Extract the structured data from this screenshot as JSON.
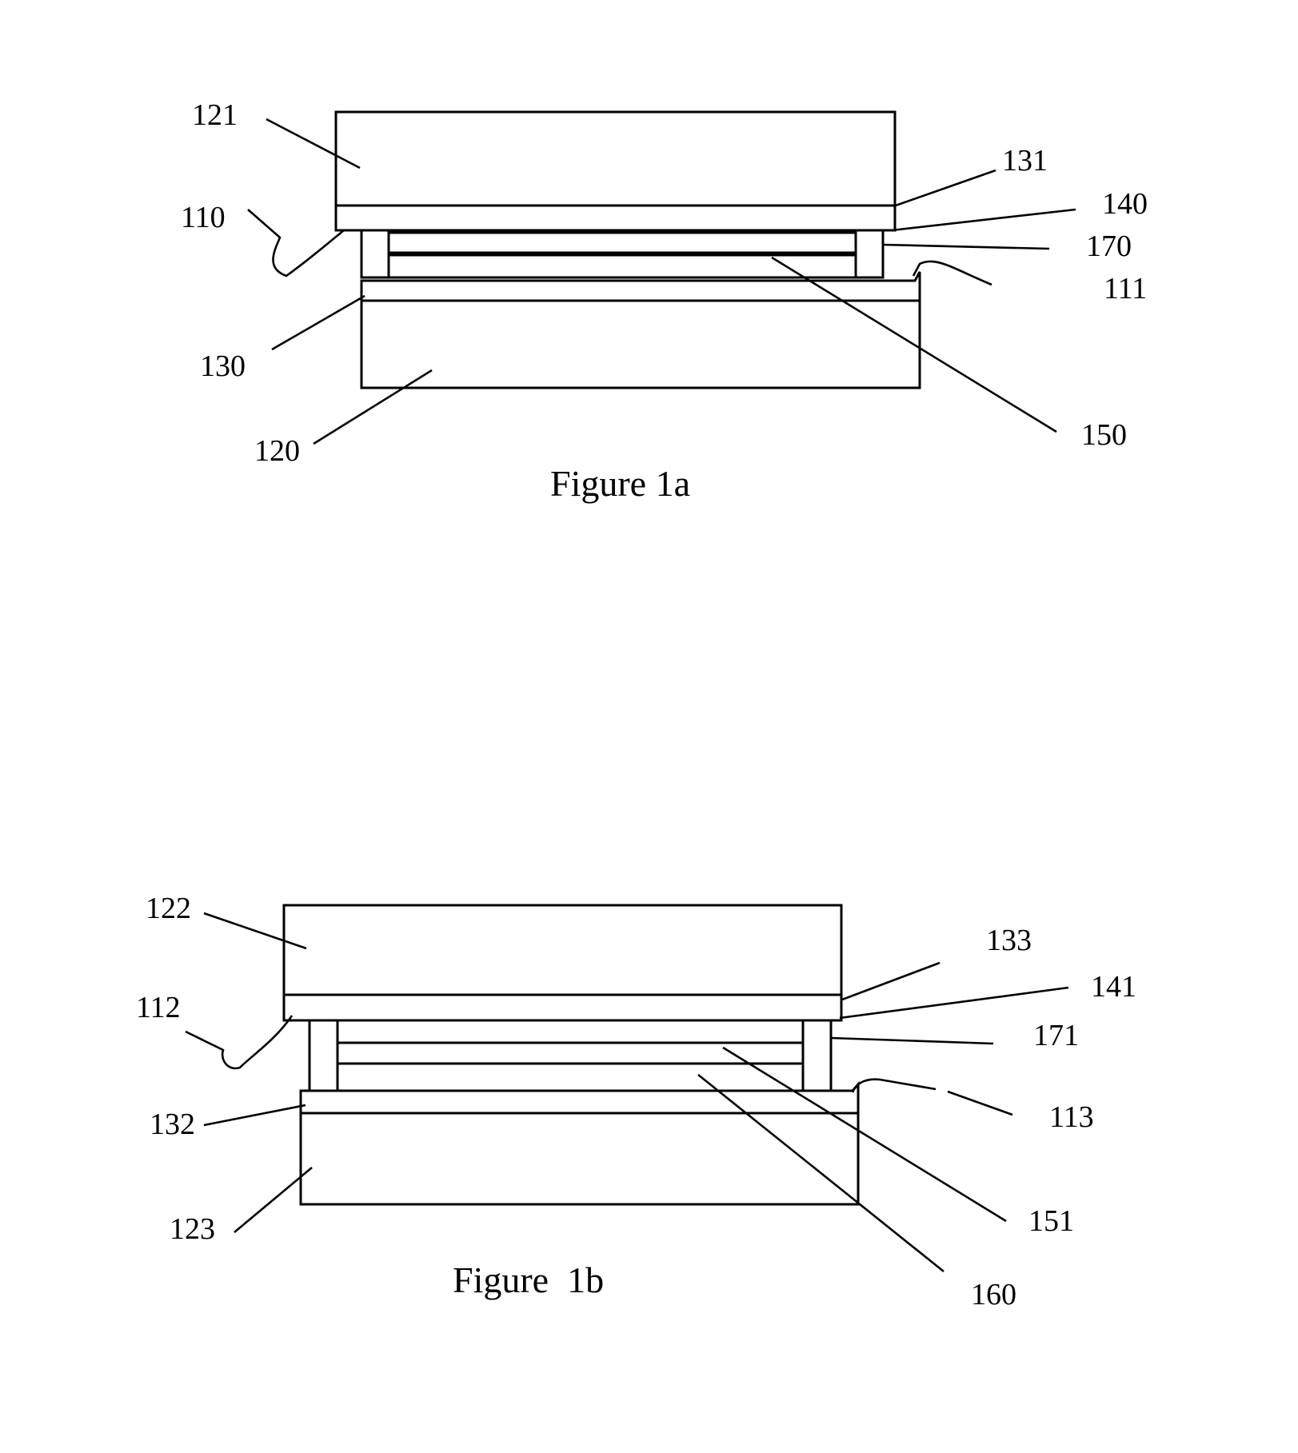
{
  "figures": [
    {
      "caption": "Figure 1a",
      "refs": {
        "r121": "121",
        "r110": "110",
        "r131": "131",
        "r140": "140",
        "r170": "170",
        "r111": "111",
        "r130": "130",
        "r120": "120",
        "r150": "150"
      }
    },
    {
      "caption": "Figure  1b",
      "refs": {
        "r122": "122",
        "r112": "112",
        "r133": "133",
        "r141": "141",
        "r171": "171",
        "r113": "113",
        "r132": "132",
        "r123": "123",
        "r151": "151",
        "r160": "160"
      }
    }
  ],
  "colors": {
    "ink": "#000000",
    "paper": "#ffffff"
  }
}
